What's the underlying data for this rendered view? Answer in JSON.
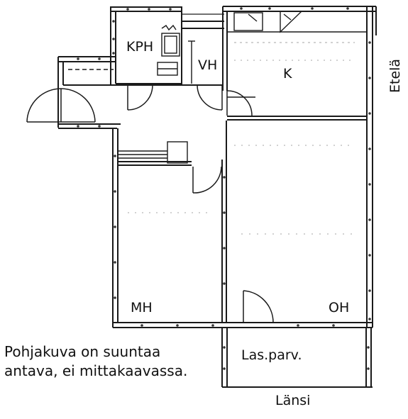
{
  "rooms": {
    "kph": "KPH",
    "vh": "VH",
    "k": "K",
    "mh": "MH",
    "oh": "OH",
    "balcony": "Las.parv."
  },
  "directions": {
    "south": "Etelä",
    "west": "Länsi"
  },
  "note": {
    "line1": "Pohjakuva on suuntaa",
    "line2": "antava, ei mittakaavassa."
  },
  "colors": {
    "wall": "#1a1a1a",
    "background": "#ffffff"
  }
}
